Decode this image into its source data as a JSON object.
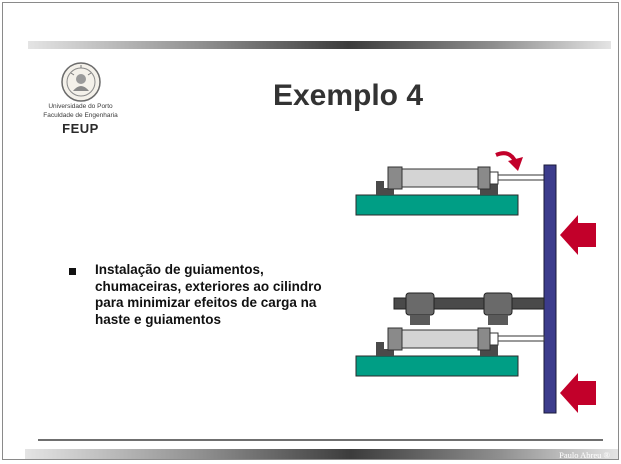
{
  "slide": {
    "title": "Exemplo 4",
    "bullet": "Instalação de guiamentos, chumaceiras,  exteriores ao cilindro para minimizar efeitos de carga na haste e guiamentos",
    "credit": "Paulo Abreu ®"
  },
  "logo": {
    "line1": "Universidade do Porto",
    "line2": "Faculdade de Engenharia",
    "name": "FEUP"
  },
  "colors": {
    "base": "#009e85",
    "wall": "#3c3c8c",
    "force_arrow": "#c2002a",
    "cylinder": "#d4d4d4",
    "rod": "#555555"
  },
  "icons": [
    "university-seal-icon",
    "curved-arrow-icon",
    "force-arrow-icon",
    "bullet-square-icon"
  ]
}
